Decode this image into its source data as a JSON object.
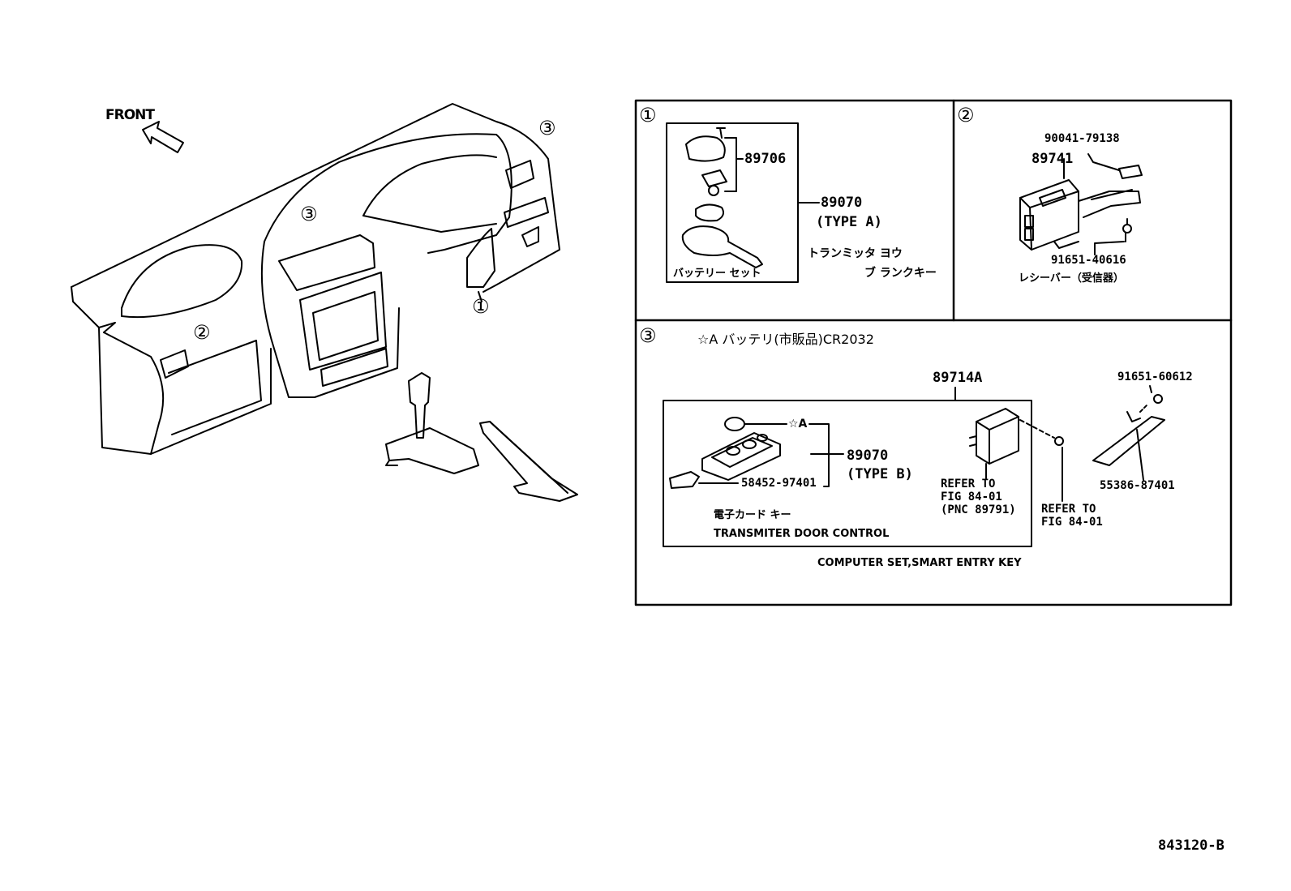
{
  "overview": {
    "front_label": "FRONT",
    "callout_1": "①",
    "callout_2": "②",
    "callout_3_top": "③",
    "callout_3_mid": "③"
  },
  "panel1": {
    "marker": "①",
    "part_89706": "89706",
    "part_89070": "89070",
    "type": "(TYPE A)",
    "jp_line1": "トランミッタ ヨウ",
    "jp_line2": "ブ ランクキー",
    "battery_set": "バッテリー セット"
  },
  "panel2": {
    "marker": "②",
    "part_90041": "90041-79138",
    "part_89741": "89741",
    "part_91651": "91651-40616",
    "receiver": "レシーバー（受信器）"
  },
  "panel3": {
    "marker": "③",
    "battery_note": "☆A バッテリ(市販品)CR2032",
    "part_89714a": "89714A",
    "part_91651": "91651-60612",
    "star_a": "☆A",
    "part_89070": "89070",
    "type": "(TYPE B)",
    "part_58452": "58452-97401",
    "jp_card_key": "電子カード キー",
    "transmitter": "TRANSMITER DOOR CONTROL",
    "refer1_line1": "REFER TO",
    "refer1_line2": "FIG 84-01",
    "refer1_line3": "(PNC 89791)",
    "refer2_line1": "REFER TO",
    "refer2_line2": "FIG 84-01",
    "part_55386": "55386-87401",
    "computer_set": "COMPUTER SET,SMART ENTRY KEY"
  },
  "footer": {
    "figure_code": "843120-B"
  }
}
